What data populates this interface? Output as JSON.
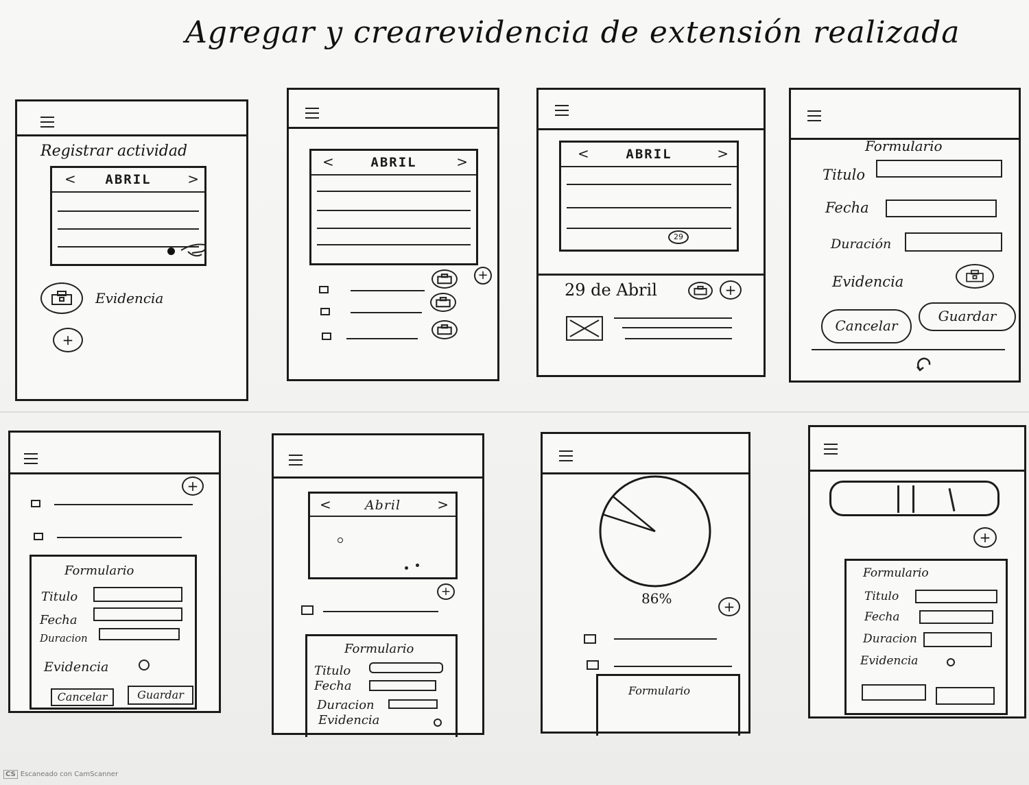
{
  "title": "Agregar y crearevidencia de extensión realizada",
  "frames": {
    "f1": {
      "heading": "Registrar actividad",
      "month": "ABRIL",
      "prev": "<",
      "next": ">",
      "evidence_label": "Evidencia",
      "plus": "+"
    },
    "f2": {
      "month": "ABRIL",
      "prev": "<",
      "next": ">",
      "plus": "+"
    },
    "f3": {
      "month": "ABRIL",
      "prev": "<",
      "next": ">",
      "day_badge": "29",
      "selected_date": "29 de Abril",
      "plus": "+"
    },
    "f4": {
      "form_title": "Formulario",
      "fields": [
        "Titulo",
        "Fecha",
        "Duración",
        "Evidencia"
      ],
      "cancel": "Cancelar",
      "save": "Guardar"
    },
    "f5": {
      "plus": "+",
      "form_title": "Formulario",
      "fields": [
        "Titulo",
        "Fecha",
        "Duracion",
        "Evidencia"
      ],
      "cancel": "Cancelar",
      "save": "Guardar"
    },
    "f6": {
      "month": "Abril",
      "prev": "<",
      "next": ">",
      "plus": "+",
      "form_title": "Formulario",
      "fields": [
        "Titulo",
        "Fecha",
        "Duracion",
        "Evidencia"
      ]
    },
    "f7": {
      "percent": "86%",
      "progress": 0.86,
      "plus": "+",
      "form_title": "Formulario"
    },
    "f8": {
      "plus": "+",
      "form_title": "Formulario",
      "fields": [
        "Titulo",
        "Fecha",
        "Duracion",
        "Evidencia"
      ]
    }
  },
  "footer": {
    "scanner_badge": "CS",
    "scanner_text": "Escaneado con CamScanner"
  },
  "icons": {
    "menu": "hamburger-menu-icon",
    "evidence": "toolbox-icon",
    "add": "plus-circle-icon",
    "refresh": "refresh-icon",
    "image": "image-placeholder-icon"
  }
}
